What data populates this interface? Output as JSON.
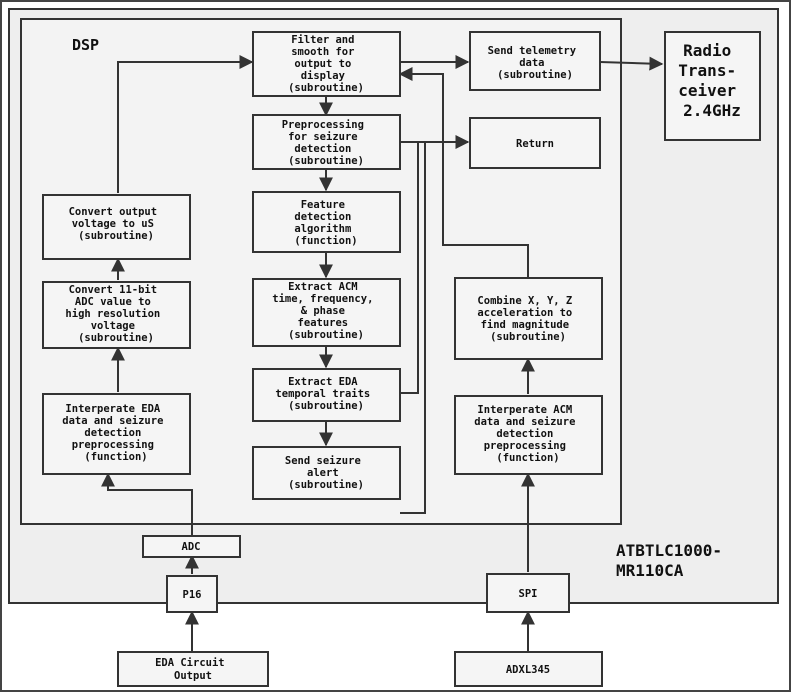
{
  "title": "DSP",
  "chip_label": [
    "ATBTLC1000-",
    "MR110CA"
  ],
  "colors": {
    "outer_bg": "#eeeeee",
    "box_fill": "#f5f5f5",
    "stroke": "#333333"
  },
  "boxes": {
    "filter": [
      "Filter and",
      "smooth for",
      "output to",
      "display",
      "(subroutine)"
    ],
    "telemetry": [
      "Send telemetry",
      "data",
      "(subroutine)"
    ],
    "radio": [
      "Radio",
      "Trans-",
      "ceiver",
      "2.4GHz"
    ],
    "preproc": [
      "Preprocessing",
      "for seizure",
      "detection",
      "(subroutine)"
    ],
    "return": [
      "Return"
    ],
    "feature": [
      "Feature",
      "detection",
      "algorithm",
      "(function)"
    ],
    "acm_extract": [
      "Extract ACM",
      "time, frequency,",
      "& phase",
      "features",
      "(subroutine)"
    ],
    "eda_extract": [
      "Extract EDA",
      "temporal traits",
      "(subroutine)"
    ],
    "alert": [
      "Send seizure",
      "alert",
      "(subroutine)"
    ],
    "convert_us": [
      "Convert output",
      "voltage to uS",
      "(subroutine)"
    ],
    "convert_adc": [
      "Convert 11-bit",
      "ADC value to",
      "high resolution",
      "voltage",
      "(subroutine)"
    ],
    "interp_eda": [
      "Interperate EDA",
      "data and seizure",
      "detection",
      "preprocessing",
      "(function)"
    ],
    "combine": [
      "Combine X, Y, Z",
      "acceleration to",
      "find magnitude",
      "(subroutine)"
    ],
    "interp_acm": [
      "Interperate ACM",
      "data and seizure",
      "detection",
      "preprocessing",
      "(function)"
    ],
    "adc": [
      "ADC"
    ],
    "p16": [
      "P16"
    ],
    "spi": [
      "SPI"
    ],
    "eda_circuit": [
      "EDA Circuit",
      "Output"
    ],
    "adxl": [
      "ADXL345"
    ]
  }
}
